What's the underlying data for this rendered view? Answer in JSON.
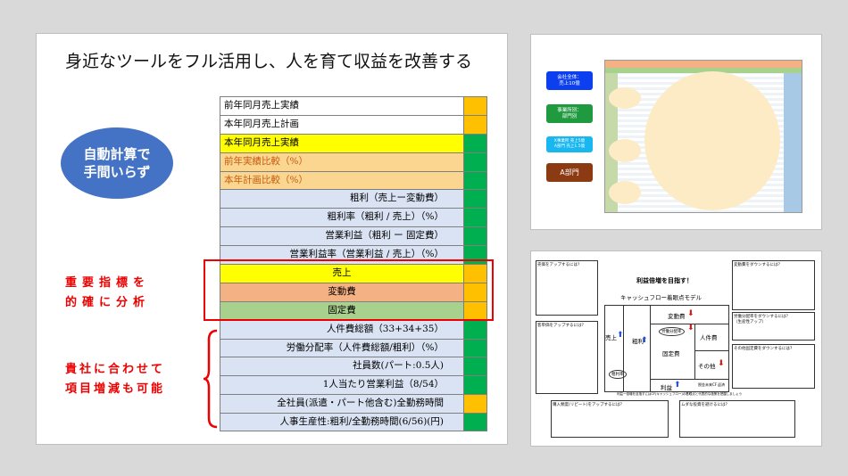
{
  "main_slide": {
    "title": "身近なツールをフル活用し、人を育て収益を改善する",
    "auto_calc": {
      "line1": "自動計算で",
      "line2": "手間いらず"
    },
    "label_key_metrics": {
      "line1": "重要指標を",
      "line2": "的確に分析"
    },
    "label_customize": {
      "line1": "貴社に合わせて",
      "line2": "項目増減も可能"
    },
    "table_rows": [
      "前年同月売上実績",
      "本年同月売上計画",
      "本年同月売上実績",
      "前年実績比較（%）",
      "本年計画比較（%）",
      "粗利（売上ー変動費）",
      "粗利率（粗利 / 売上）（%）",
      "営業利益（粗利 ー 固定費）",
      "営業利益率（営業利益 / 売上）（%）",
      "売上",
      "変動費",
      "固定費",
      "人件費総額（33+34+35）",
      "労働分配率（人件費総額/粗利）（%）",
      "社員数(パート:0.5人)",
      "1人当たり営業利益（8/54）",
      "全社員(派遣・パート他含む)全勤務時間",
      "人事生産性:粗利/全勤務時間(6/56)(円)"
    ]
  },
  "right_top_slide": {
    "buttons": [
      {
        "line1": "会社全体：",
        "line2": "売上10億",
        "color": "#0b3ff0"
      },
      {
        "line1": "事業所別：",
        "line2": "部門別",
        "color": "#1f9a3f"
      },
      {
        "line1": "X事業所 売上5億",
        "line2": "A部門 売上1.5億",
        "color": "#18b7f0"
      },
      {
        "line1": "A部門",
        "line2": "",
        "color": "#8b3a12"
      }
    ]
  },
  "right_bottom_slide": {
    "title": "利益倍増を目指す！",
    "subtitle": "キャッシュフロー着眼点モデル",
    "labels": {
      "sales": "売上",
      "variable_cost": "変動費",
      "gross_profit": "粗利",
      "labor_share": "労働分配率",
      "personnel": "人件費",
      "fixed_cost": "固定費",
      "other": "その他",
      "profit": "利益",
      "gross_margin": "粗利率",
      "tax": "税金",
      "future_cf": "未来CF",
      "repay": "返済"
    },
    "corner_boxes": [
      "売価をアップするには？",
      "変動費をダウンするには？",
      "客単価をアップするには？",
      "労働分配率をダウンするには？",
      "（生産性アップ）",
      "その他固定費をダウンするには？",
      "購入頻度(リピート)をアップするには？",
      "ムダな投資を避けるには？"
    ],
    "footer": "利益一倍増を目指すにはCF(キャッシュフロー)の着眼点と代表的な施策を把握しましょう"
  }
}
